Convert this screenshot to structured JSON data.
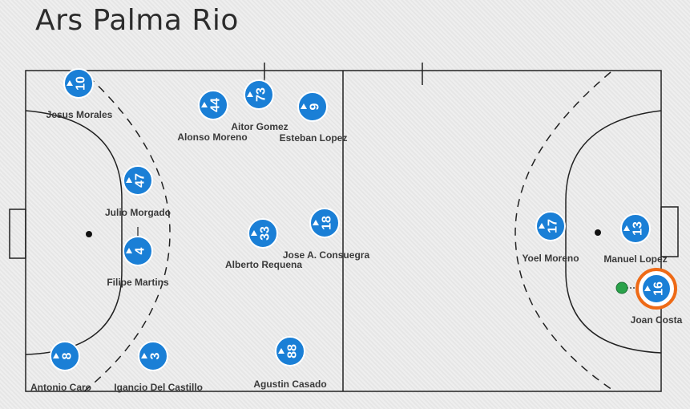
{
  "team": {
    "title": "Ars Palma Rio"
  },
  "colors": {
    "court_line": "#222222",
    "player_fill": "#1a7fd6",
    "player_ring": "#ffffff",
    "selected_ring": "#ee6a16",
    "ball": "#2aa24a"
  },
  "players": [
    {
      "number": "10",
      "name": "Jesus Morales",
      "selected": false
    },
    {
      "number": "44",
      "name": "Alonso Moreno",
      "selected": false
    },
    {
      "number": "73",
      "name": "Aitor Gomez",
      "selected": false
    },
    {
      "number": "9",
      "name": "Esteban Lopez",
      "selected": false
    },
    {
      "number": "47",
      "name": "Julio Morgado",
      "selected": false
    },
    {
      "number": "4",
      "name": "Filipe Martins",
      "selected": false
    },
    {
      "number": "33",
      "name": "Alberto Requena",
      "selected": false
    },
    {
      "number": "18",
      "name": "Jose A. Consuegra",
      "selected": false
    },
    {
      "number": "8",
      "name": "Antonio Caro",
      "selected": false
    },
    {
      "number": "3",
      "name": "Igancio Del Castillo",
      "selected": false
    },
    {
      "number": "88",
      "name": "Agustin Casado",
      "selected": false
    },
    {
      "number": "17",
      "name": "Yoel Moreno",
      "selected": false
    },
    {
      "number": "13",
      "name": "Manuel Lopez",
      "selected": false
    },
    {
      "number": "16",
      "name": "Joan Costa",
      "selected": true
    }
  ]
}
